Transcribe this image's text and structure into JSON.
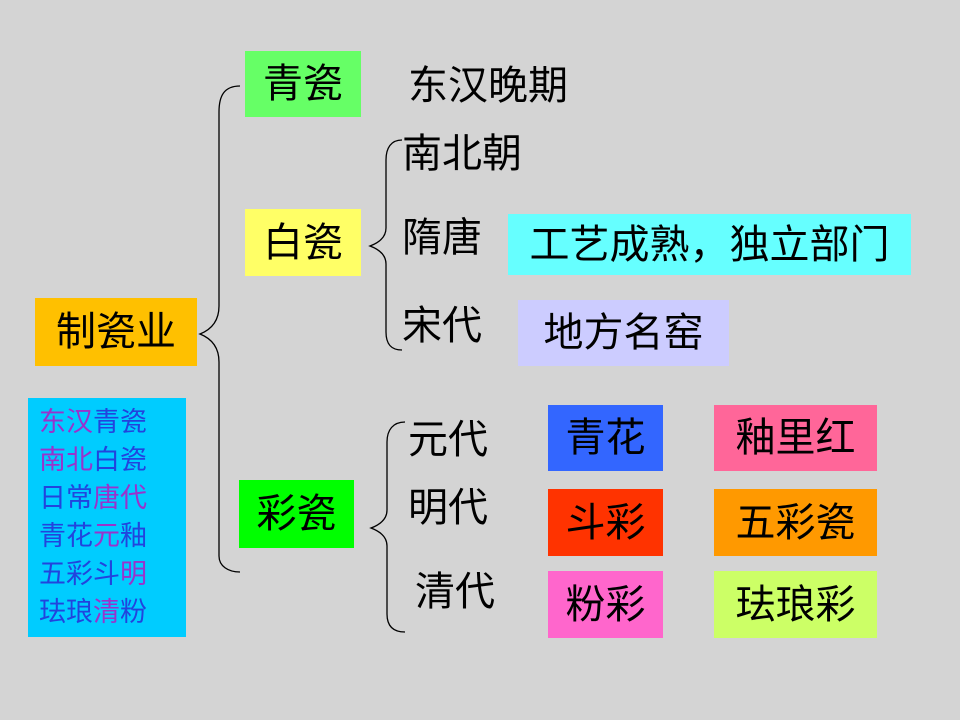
{
  "root": {
    "label": "制瓷业",
    "color": "#ffc000"
  },
  "categories": [
    {
      "label": "青瓷",
      "color": "#66ff66",
      "period": "东汉晚期"
    },
    {
      "label": "白瓷",
      "color": "#ffff66",
      "periods": [
        {
          "label": "南北朝"
        },
        {
          "label": "隋唐",
          "note": "工艺成熟，独立部门",
          "note_color": "#66ffff"
        },
        {
          "label": "宋代",
          "note": "地方名窑",
          "note_color": "#ccccff"
        }
      ]
    },
    {
      "label": "彩瓷",
      "color": "#00ff00",
      "periods": [
        {
          "label": "元代",
          "items": [
            {
              "label": "青花",
              "color": "#3366ff"
            },
            {
              "label": "釉里红",
              "color": "#ff6699"
            }
          ]
        },
        {
          "label": "明代",
          "items": [
            {
              "label": "斗彩",
              "color": "#ff3300"
            },
            {
              "label": "五彩瓷",
              "color": "#ff9900"
            }
          ]
        },
        {
          "label": "清代",
          "items": [
            {
              "label": "粉彩",
              "color": "#ff66cc"
            },
            {
              "label": "珐琅彩",
              "color": "#ccff66"
            }
          ]
        }
      ]
    }
  ],
  "mnemonic": {
    "background": "#00ccff",
    "lines": [
      [
        {
          "t": "东汉",
          "c": "purple"
        },
        {
          "t": "青瓷",
          "c": "blue"
        }
      ],
      [
        {
          "t": "南北",
          "c": "purple"
        },
        {
          "t": "白瓷",
          "c": "blue"
        }
      ],
      [
        {
          "t": "日常",
          "c": "blue"
        },
        {
          "t": "唐代",
          "c": "purple"
        }
      ],
      [
        {
          "t": "青花",
          "c": "blue"
        },
        {
          "t": "元",
          "c": "purple"
        },
        {
          "t": "釉",
          "c": "blue"
        }
      ],
      [
        {
          "t": "五彩斗",
          "c": "blue"
        },
        {
          "t": "明",
          "c": "purple"
        }
      ],
      [
        {
          "t": "珐琅",
          "c": "blue"
        },
        {
          "t": "清",
          "c": "purple"
        },
        {
          "t": "粉",
          "c": "blue"
        }
      ]
    ]
  }
}
